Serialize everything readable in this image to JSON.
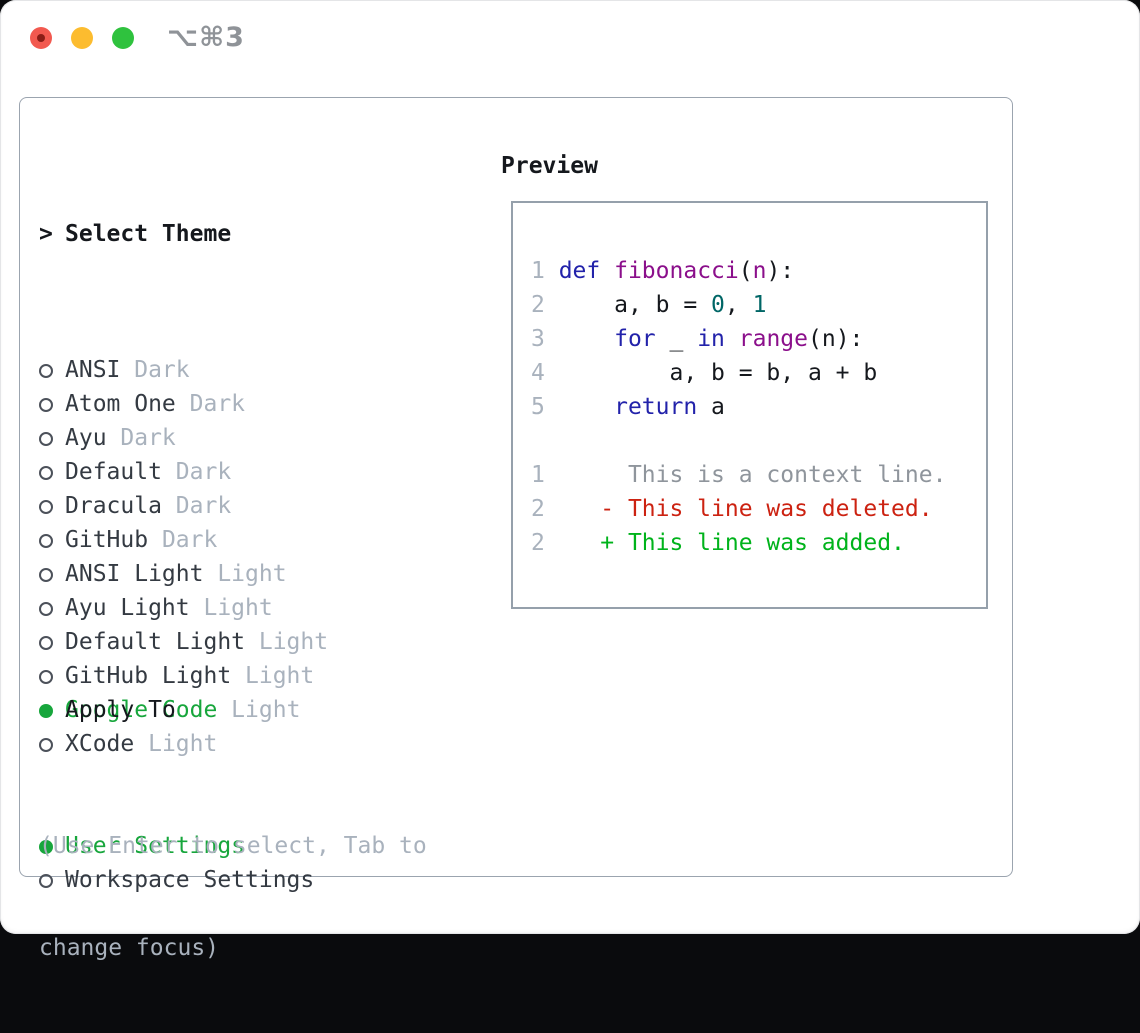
{
  "window": {
    "title": "⌥⌘3",
    "traffic_lights": {
      "close": "close",
      "minimize": "minimize",
      "zoom": "zoom"
    }
  },
  "theme_list": {
    "header_prefix": ">",
    "header": "Select Theme",
    "items": [
      {
        "name": "ANSI",
        "variant": "Dark",
        "selected": false
      },
      {
        "name": "Atom One",
        "variant": "Dark",
        "selected": false
      },
      {
        "name": "Ayu",
        "variant": "Dark",
        "selected": false
      },
      {
        "name": "Default",
        "variant": "Dark",
        "selected": false
      },
      {
        "name": "Dracula",
        "variant": "Dark",
        "selected": false
      },
      {
        "name": "GitHub",
        "variant": "Dark",
        "selected": false
      },
      {
        "name": "ANSI Light",
        "variant": "Light",
        "selected": false
      },
      {
        "name": "Ayu Light",
        "variant": "Light",
        "selected": false
      },
      {
        "name": "Default Light",
        "variant": "Light",
        "selected": false
      },
      {
        "name": "GitHub Light",
        "variant": "Light",
        "selected": false
      },
      {
        "name": "Google Code",
        "variant": "Light",
        "selected": true
      },
      {
        "name": "XCode",
        "variant": "Light",
        "selected": false
      }
    ]
  },
  "apply_to": {
    "header": "Apply To",
    "options": [
      {
        "name": "User Settings",
        "selected": true
      },
      {
        "name": "Workspace Settings",
        "selected": false
      }
    ]
  },
  "hint": {
    "line1": "(Use Enter to select, Tab to",
    "line2": "change focus)"
  },
  "preview": {
    "header": "Preview",
    "code": {
      "lines": [
        {
          "num": "1",
          "tokens": [
            [
              "kw",
              "def"
            ],
            [
              "pl",
              " "
            ],
            [
              "fn",
              "fibonacci"
            ],
            [
              "pl",
              "("
            ],
            [
              "fn",
              "n"
            ],
            [
              "pl",
              "):"
            ]
          ]
        },
        {
          "num": "2",
          "tokens": [
            [
              "pl",
              "    a, b = "
            ],
            [
              "lit",
              "0"
            ],
            [
              "pl",
              ", "
            ],
            [
              "lit",
              "1"
            ]
          ]
        },
        {
          "num": "3",
          "tokens": [
            [
              "pl",
              "    "
            ],
            [
              "kw",
              "for"
            ],
            [
              "pl",
              " _ "
            ],
            [
              "kw",
              "in"
            ],
            [
              "pl",
              " "
            ],
            [
              "fn",
              "range"
            ],
            [
              "pl",
              "(n):"
            ]
          ]
        },
        {
          "num": "4",
          "tokens": [
            [
              "pl",
              "        a, b = b, a + b"
            ]
          ]
        },
        {
          "num": "5",
          "tokens": [
            [
              "pl",
              "    "
            ],
            [
              "kw",
              "return"
            ],
            [
              "pl",
              " a"
            ]
          ]
        }
      ]
    },
    "diff": {
      "lines": [
        {
          "num": "1",
          "marker": " ",
          "text": "This is a context line.",
          "type": "context"
        },
        {
          "num": "2",
          "marker": "-",
          "text": "This line was deleted.",
          "type": "deleted"
        },
        {
          "num": "2",
          "marker": "+",
          "text": "This line was added.",
          "type": "added"
        }
      ]
    }
  },
  "colors": {
    "accent_green": "#17a63c",
    "radio_ring": "#4c515a",
    "traffic_red": "#f2594f",
    "traffic_red_dot": "#8a1d16",
    "traffic_yellow": "#fcbc2f",
    "traffic_green": "#2fc23e",
    "title_gray": "#8f9398",
    "panel_border": "#9ba4af",
    "preview_border": "#95a0ab",
    "header_black": "#15181d",
    "text_dark": "#343a42",
    "muted_gray": "#a9b2bd",
    "line_number": "#a9b2bd",
    "kw": "#2222aa",
    "fn": "#8b0f8b",
    "lit": "#006666",
    "plain": "#15181d",
    "ctx": "#8f959c",
    "del": "#cc2211",
    "add": "#00b31b"
  }
}
